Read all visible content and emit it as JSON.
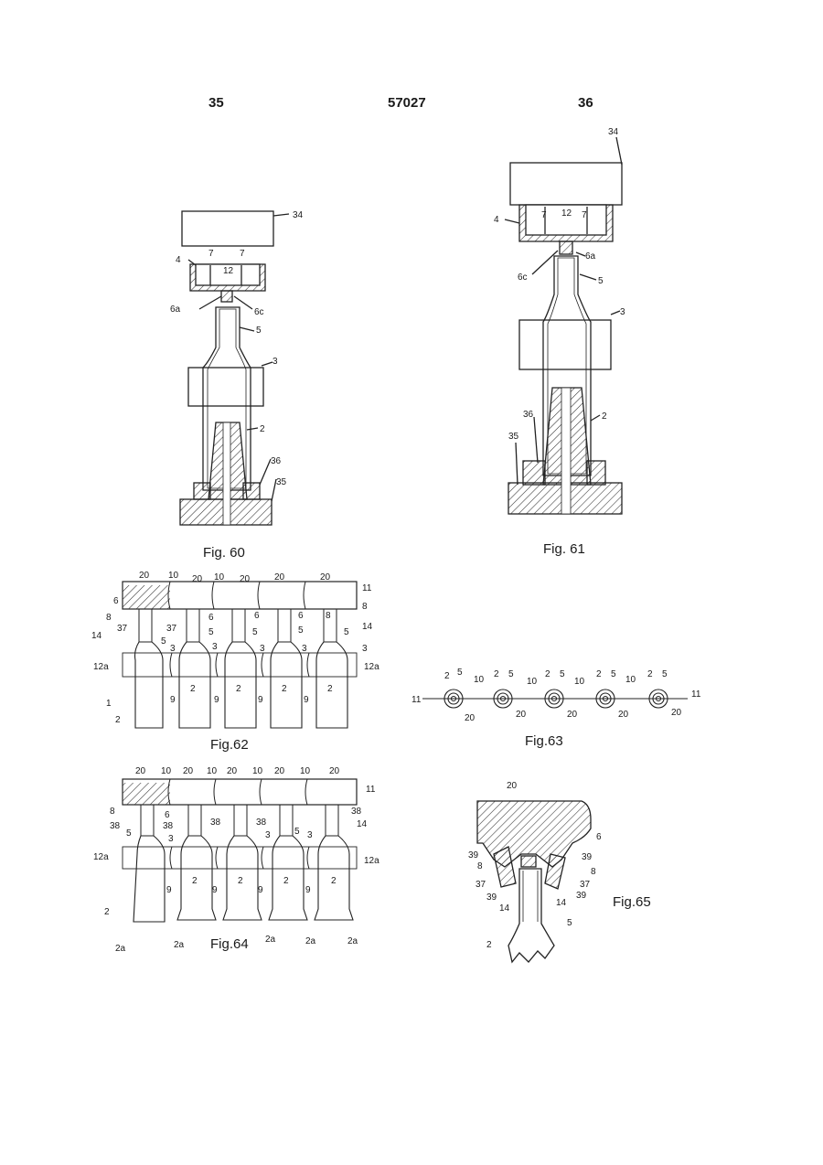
{
  "header": {
    "page_left": "35",
    "doc_number": "57027",
    "page_right": "36"
  },
  "figures": {
    "fig60": {
      "caption": "Fig. 60",
      "labels": [
        "34",
        "4",
        "7",
        "12",
        "7",
        "6a",
        "6c",
        "5",
        "3",
        "2",
        "36",
        "35"
      ]
    },
    "fig61": {
      "caption": "Fig. 61",
      "labels": [
        "34",
        "4",
        "7",
        "12",
        "7",
        "6a",
        "6c",
        "5",
        "3",
        "2",
        "36",
        "35"
      ]
    },
    "fig62": {
      "caption": "Fig.62",
      "labels": [
        "20",
        "10",
        "20",
        "10",
        "20",
        "20",
        "20",
        "11",
        "6",
        "8",
        "8",
        "37",
        "37",
        "14",
        "14",
        "5",
        "5",
        "5",
        "5",
        "5",
        "6",
        "6",
        "6",
        "8",
        "12a",
        "12a",
        "3",
        "3",
        "3",
        "3",
        "3",
        "1",
        "9",
        "9",
        "9",
        "9",
        "2",
        "2",
        "2",
        "2",
        "2"
      ]
    },
    "fig63": {
      "caption": "Fig.63",
      "labels": [
        "2",
        "5",
        "2",
        "5",
        "2",
        "5",
        "2",
        "5",
        "2",
        "5",
        "10",
        "10",
        "10",
        "10",
        "11",
        "11",
        "20",
        "20",
        "20",
        "20",
        "20"
      ]
    },
    "fig64": {
      "caption": "Fig.64",
      "labels": [
        "20",
        "10",
        "20",
        "10",
        "20",
        "10",
        "20",
        "10",
        "20",
        "11",
        "8",
        "38",
        "38",
        "38",
        "38",
        "38",
        "5",
        "5",
        "14",
        "3",
        "3",
        "3",
        "6",
        "12a",
        "12a",
        "9",
        "9",
        "9",
        "9",
        "2",
        "2",
        "2",
        "2",
        "2",
        "2a",
        "2a",
        "2a",
        "2a",
        "2a"
      ]
    },
    "fig65": {
      "caption": "Fig.65",
      "labels": [
        "20",
        "6",
        "39",
        "39",
        "8",
        "8",
        "37",
        "37",
        "39",
        "39",
        "14",
        "14",
        "5",
        "2"
      ]
    }
  }
}
